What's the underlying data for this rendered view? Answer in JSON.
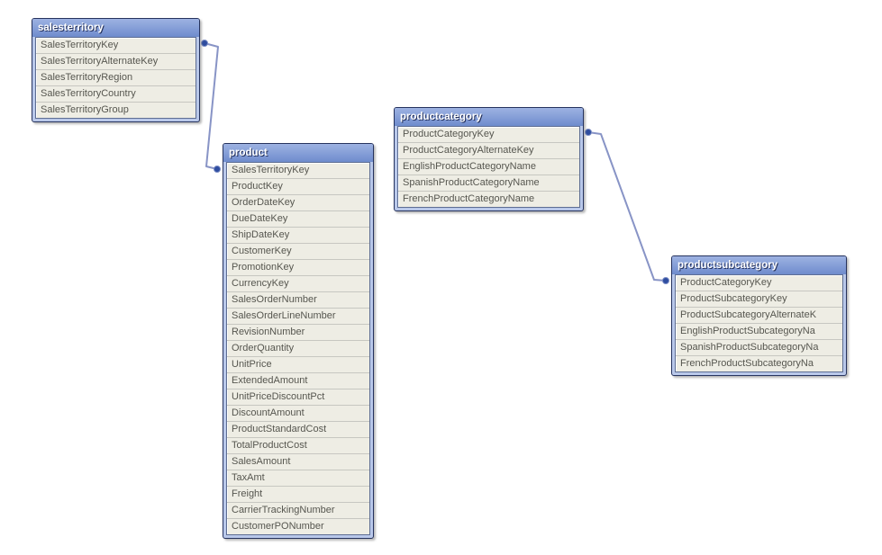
{
  "diagram": {
    "tables": [
      {
        "name": "salesterritory",
        "fields": [
          "SalesTerritoryKey",
          "SalesTerritoryAlternateKey",
          "SalesTerritoryRegion",
          "SalesTerritoryCountry",
          "SalesTerritoryGroup"
        ]
      },
      {
        "name": "product",
        "fields": [
          "SalesTerritoryKey",
          "ProductKey",
          "OrderDateKey",
          "DueDateKey",
          "ShipDateKey",
          "CustomerKey",
          "PromotionKey",
          "CurrencyKey",
          "SalesOrderNumber",
          "SalesOrderLineNumber",
          "RevisionNumber",
          "OrderQuantity",
          "UnitPrice",
          "ExtendedAmount",
          "UnitPriceDiscountPct",
          "DiscountAmount",
          "ProductStandardCost",
          "TotalProductCost",
          "SalesAmount",
          "TaxAmt",
          "Freight",
          "CarrierTrackingNumber",
          "CustomerPONumber"
        ]
      },
      {
        "name": "productcategory",
        "fields": [
          "ProductCategoryKey",
          "ProductCategoryAlternateKey",
          "EnglishProductCategoryName",
          "SpanishProductCategoryName",
          "FrenchProductCategoryName"
        ]
      },
      {
        "name": "productsubcategory",
        "fields": [
          "ProductCategoryKey",
          "ProductSubcategoryKey",
          "ProductSubcategoryAlternateK",
          "EnglishProductSubcategoryNa",
          "SpanishProductSubcategoryNa",
          "FrenchProductSubcategoryNa"
        ]
      }
    ],
    "connectors": [
      {
        "from_table": "salesterritory",
        "from_field": "SalesTerritoryKey",
        "to_table": "product",
        "to_field": "SalesTerritoryKey"
      },
      {
        "from_table": "productcategory",
        "from_field": "ProductCategoryKey",
        "to_table": "productsubcategory",
        "to_field": "ProductCategoryKey"
      }
    ],
    "colors": {
      "canvas_background": "#ffffff",
      "header_gradient_top": "#9db2e2",
      "header_gradient_bottom": "#6f8ccd",
      "table_frame": "#b9c8ea",
      "table_border": "#26335e",
      "row_background": "#eeede4",
      "row_separator": "#c7c7c1",
      "row_text": "#56564f",
      "connector_line": "#8894c6",
      "connector_dot": "#2e4da0"
    }
  }
}
